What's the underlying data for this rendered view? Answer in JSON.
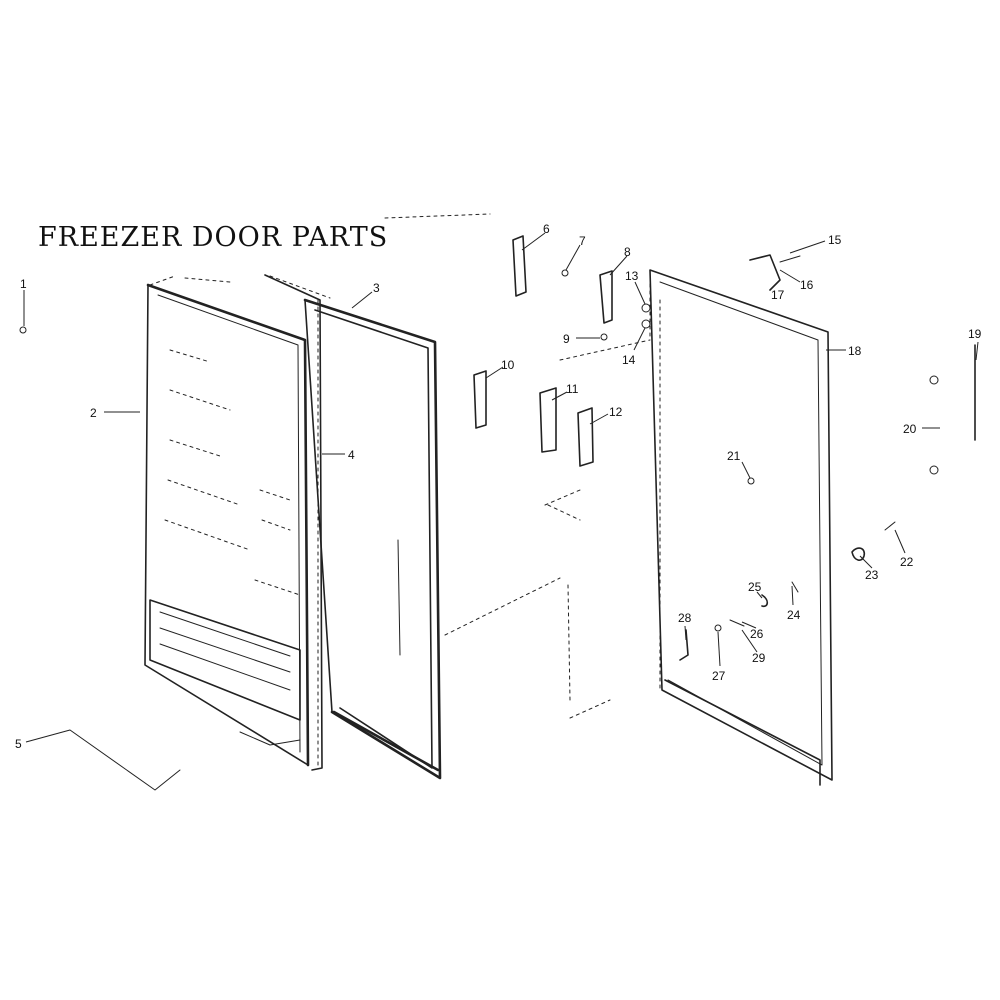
{
  "title": "FREEZER DOOR PARTS",
  "callouts": [
    "1",
    "2",
    "3",
    "4",
    "5",
    "6",
    "7",
    "8",
    "9",
    "10",
    "11",
    "12",
    "13",
    "14",
    "15",
    "16",
    "17",
    "18",
    "19",
    "20",
    "21",
    "22",
    "23",
    "24",
    "25",
    "26",
    "27",
    "28",
    "29"
  ]
}
